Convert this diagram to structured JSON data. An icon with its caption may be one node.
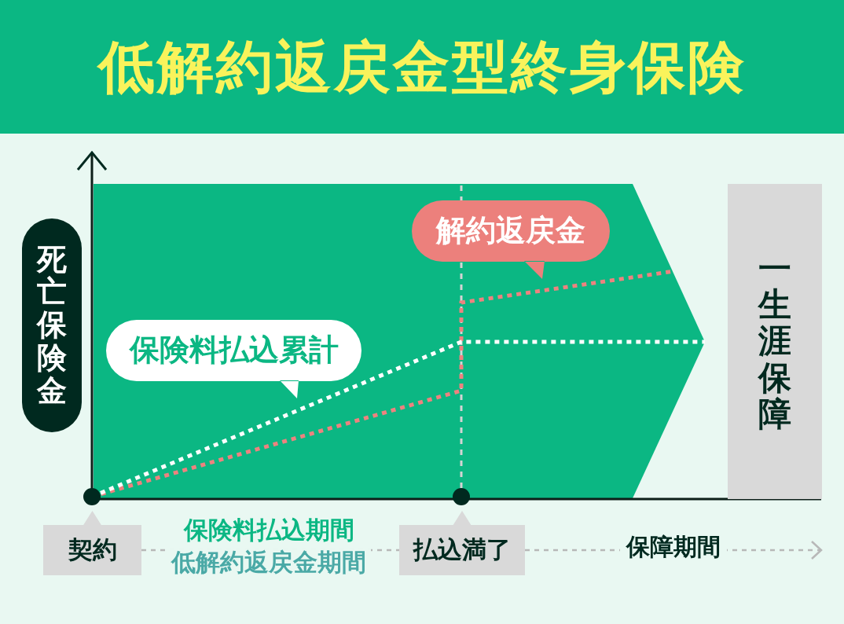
{
  "diagram": {
    "title": "低解約返戻金型終身保険",
    "nodes": [
      {
        "text": [
          "死亡保険金"
        ]
      },
      {
        "text": [
          "保険料払込累計"
        ]
      },
      {
        "text": [
          "解約返戻金"
        ]
      },
      {
        "text": [
          "一生涯保障"
        ]
      },
      {
        "text": [
          "契約"
        ]
      },
      {
        "text": [
          "払込満了"
        ]
      }
    ],
    "edges": [
      {
        "from": 4,
        "to": 5,
        "arrow": "none",
        "style": "dashed"
      },
      {
        "from": 5,
        "to": null,
        "arrow": "to",
        "style": "dashed",
        "label": "保障期間"
      }
    ],
    "labels": [
      "保険料払込期間",
      "低解約返戻金期間"
    ]
  }
}
